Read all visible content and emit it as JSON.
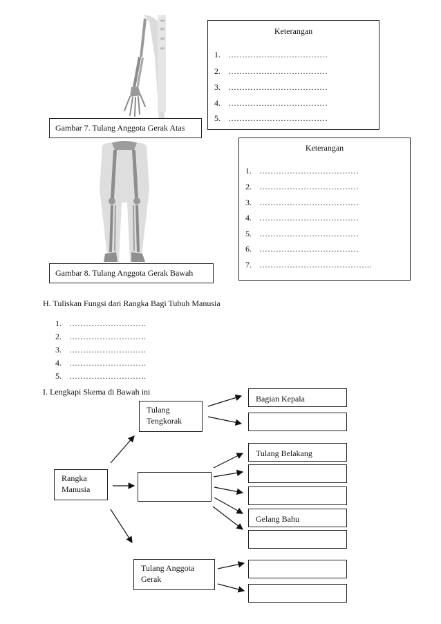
{
  "figure7": {
    "caption": "Gambar 7. Tulang Anggota Gerak Atas",
    "keterangan_title": "Keterangan",
    "items": [
      {
        "num": "1.",
        "text": "………………………………"
      },
      {
        "num": "2.",
        "text": "………………………………"
      },
      {
        "num": "3.",
        "text": "………………………………"
      },
      {
        "num": "4.",
        "text": "………………………………"
      },
      {
        "num": "5.",
        "text": "………………………………"
      }
    ]
  },
  "figure8": {
    "caption": "Gambar 8. Tulang Anggota Gerak Bawah",
    "keterangan_title": "Keterangan",
    "items": [
      {
        "num": "1.",
        "text": "………………………………"
      },
      {
        "num": "2.",
        "text": "………………………………"
      },
      {
        "num": "3.",
        "text": "………………………………"
      },
      {
        "num": "4.",
        "text": "………………………………"
      },
      {
        "num": "5.",
        "text": "………………………………"
      },
      {
        "num": "6.",
        "text": "………………………………"
      },
      {
        "num": "7.",
        "text": "………………………………….."
      }
    ]
  },
  "section_h": {
    "heading": "H. Tuliskan Fungsi dari Rangka Bagi Tubuh Manusia",
    "items": [
      {
        "num": "1.",
        "text": "………………………."
      },
      {
        "num": "2.",
        "text": "………………………."
      },
      {
        "num": "3.",
        "text": "………………………."
      },
      {
        "num": "4.",
        "text": "………………………."
      },
      {
        "num": "5.",
        "text": "………………………."
      }
    ]
  },
  "section_i": {
    "heading": "I. Lengkapi Skema di Bawah ini",
    "root": "Rangka Manusia",
    "tengkorak": "Tulang Tengkorak",
    "anggota_gerak": "Tulang Anggota Gerak",
    "bagian_kepala": "Bagian Kepala",
    "tulang_belakang": "Tulang Belakang",
    "gelang_bahu": "Gelang Bahu"
  }
}
